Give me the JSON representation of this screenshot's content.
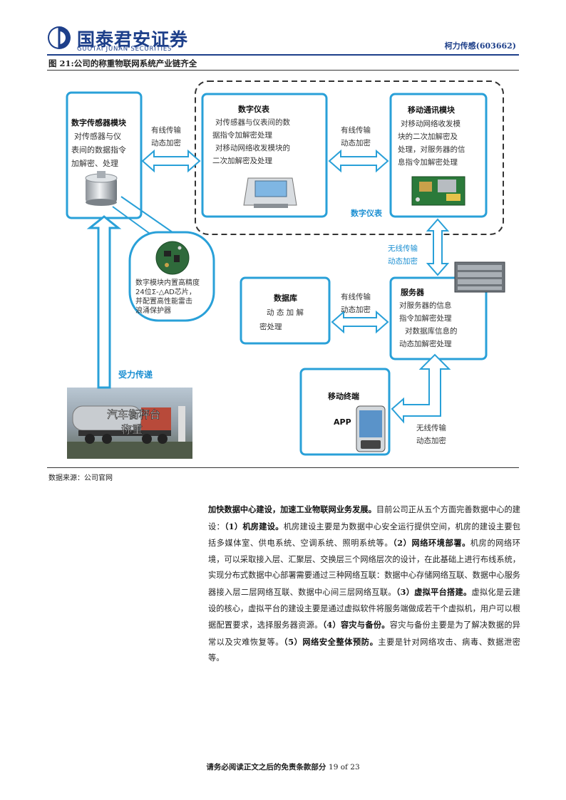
{
  "header": {
    "company_cn": "国泰君安证券",
    "company_en": "GUOTAI JUNAN SECURITIES",
    "stock": "柯力传感(603662)"
  },
  "figure": {
    "title": "图 21:公司的称重物联网系统产业链齐全",
    "source": "数据来源：公司官网"
  },
  "diagram": {
    "sensor_module": {
      "title": "数字传感器模块",
      "lines": [
        "对传感器与仪",
        "表间的数据指令",
        "加解密、处理"
      ]
    },
    "chip_note": {
      "lines": [
        "数字模块内置高精度",
        "24位Σ-△AD芯片，",
        "并配置高性能雷击",
        "浪涌保护器"
      ]
    },
    "instrument": {
      "title": "数字仪表",
      "lines": [
        "对传感器与仪表间的数",
        "据指令加解密处理",
        "对移动网络收发模块的",
        "二次加解密及处理"
      ]
    },
    "mobile_module": {
      "title": "移动通讯模块",
      "lines": [
        "对移动网络收发模",
        "块的二次加解密及",
        "处理，对服务器的信",
        "息指令加解密处理"
      ]
    },
    "group_label": "数字仪表",
    "database": {
      "title": "数据库",
      "lines": [
        "动 态 加 解",
        "密处理"
      ]
    },
    "server": {
      "title": "服务器",
      "lines": [
        "对服务器的信息",
        "指令加解密处理",
        "对数据库信息的",
        "动态加解密处理"
      ]
    },
    "terminal": {
      "title": "移动终端",
      "app": "APP"
    },
    "truck": {
      "lines": [
        "汽车衡秤台",
        "称重"
      ]
    },
    "arrows": {
      "wired1": [
        "有线传输",
        "动态加密"
      ],
      "wired2": [
        "有线传输",
        "动态加密"
      ],
      "wireless1": [
        "无线传输",
        "动态加密"
      ],
      "wired3": [
        "有线传输",
        "动态加密"
      ],
      "wireless2": [
        "无线传输",
        "动态加密"
      ],
      "force": "受力传递"
    },
    "colors": {
      "box_border": "#29a0d8",
      "arrow_fill": "#ffffff",
      "accent_text": "#1b8fd2"
    }
  },
  "body": {
    "s1": "加快数据中心建设，加速工业物联网业务发展。",
    "s2": "目前公司正从五个方面完善数据中心的建设：",
    "p1h": "（1）机房建设。",
    "p1": "机房建设主要是为数据中心安全运行提供空间，机房的建设主要包括多媒体室、供电系统、空调系统、照明系统等。",
    "p2h": "（2）网络环境部署。",
    "p2": "机房的网络环境，可以采取接入层、汇聚层、交换层三个网络层次的设计，在此基础上进行布线系统，实现分布式数据中心部署需要通过三种网络互联：数据中心存储网络互联、数据中心服务器接入层二层网络互联、数据中心间三层网络互联。",
    "p3h": "（3）虚拟平台搭建。",
    "p3": "虚拟化是云建设的核心，虚拟平台的建设主要是通过虚拟软件将服务端做成若干个虚拟机，用户可以根据配置要求，选择服务器资源。",
    "p4h": "（4）容灾与备份。",
    "p4": "容灾与备份主要是为了解决数据的异常以及灾难恢复等。",
    "p5h": "（5）网络安全整体预防。",
    "p5": "主要是针对网络攻击、病毒、数据泄密等。"
  },
  "footer": {
    "disclaimer": "请务必阅读正文之后的免责条款部分",
    "page": "19 of 23"
  }
}
